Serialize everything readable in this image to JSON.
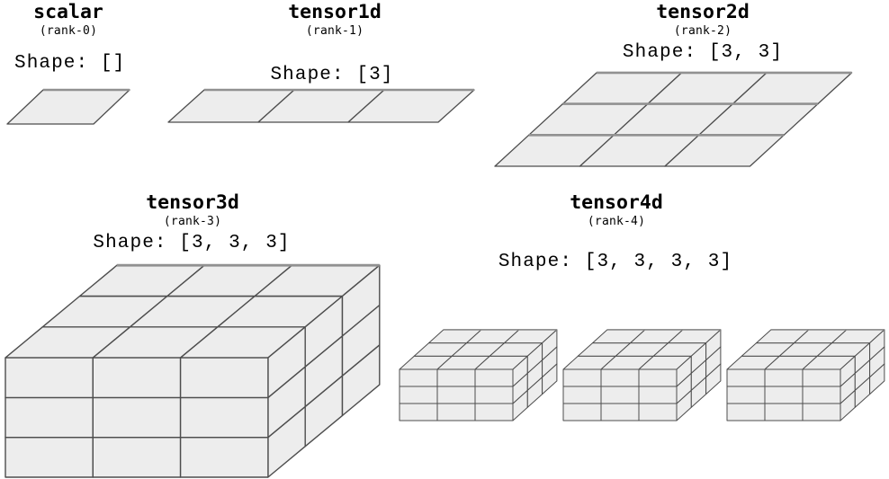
{
  "colors": {
    "background": "#ffffff",
    "cell_fill": "#ededed",
    "cell_stroke": "#4d4d4d",
    "back_edge_highlight": "#919191",
    "text": "#000000"
  },
  "panels": [
    {
      "key": "scalar",
      "title": "scalar",
      "rank_label": "(rank-0)",
      "shape_label": "Shape: []",
      "dims": {
        "cols": 1,
        "rows": 0,
        "depth": 1
      },
      "blocks": 1
    },
    {
      "key": "tensor1d",
      "title": "tensor1d",
      "rank_label": "(rank-1)",
      "shape_label": "Shape: [3]",
      "dims": {
        "cols": 3,
        "rows": 0,
        "depth": 1
      },
      "blocks": 1
    },
    {
      "key": "tensor2d",
      "title": "tensor2d",
      "rank_label": "(rank-2)",
      "shape_label": "Shape: [3, 3]",
      "dims": {
        "cols": 3,
        "rows": 0,
        "depth": 3
      },
      "blocks": 1
    },
    {
      "key": "tensor3d",
      "title": "tensor3d",
      "rank_label": "(rank-3)",
      "shape_label": "Shape: [3, 3, 3]",
      "dims": {
        "cols": 3,
        "rows": 3,
        "depth": 3
      },
      "blocks": 1
    },
    {
      "key": "tensor4d",
      "title": "tensor4d",
      "rank_label": "(rank-4)",
      "shape_label": "Shape: [3, 3, 3, 3]",
      "dims": {
        "cols": 3,
        "rows": 3,
        "depth": 3
      },
      "blocks": 3
    }
  ]
}
